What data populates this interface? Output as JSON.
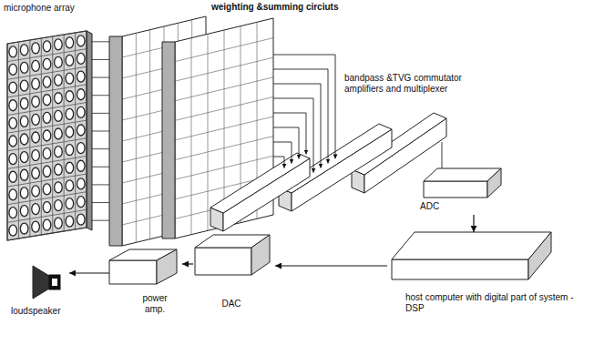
{
  "diagram": {
    "nodes": [
      {
        "text": [
          "ADC"
        ]
      },
      {
        "text": [
          "host computer with digital part of system - DSP"
        ]
      },
      {
        "text": [
          "DAC"
        ]
      },
      {
        "text": [
          "power amp."
        ]
      },
      {
        "text": [
          "loudspeaker"
        ]
      }
    ],
    "edges": [
      {
        "from": 0,
        "to": 1,
        "arrow": "to"
      },
      {
        "from": 1,
        "to": 2,
        "arrow": "to"
      },
      {
        "from": 2,
        "to": 3,
        "arrow": "to"
      },
      {
        "from": 3,
        "to": 4,
        "arrow": "to"
      }
    ],
    "labels": [
      "microphone array",
      "weighting &summing circiuts",
      "bandpass &TVG commutator amplifiers and multiplexer"
    ]
  }
}
